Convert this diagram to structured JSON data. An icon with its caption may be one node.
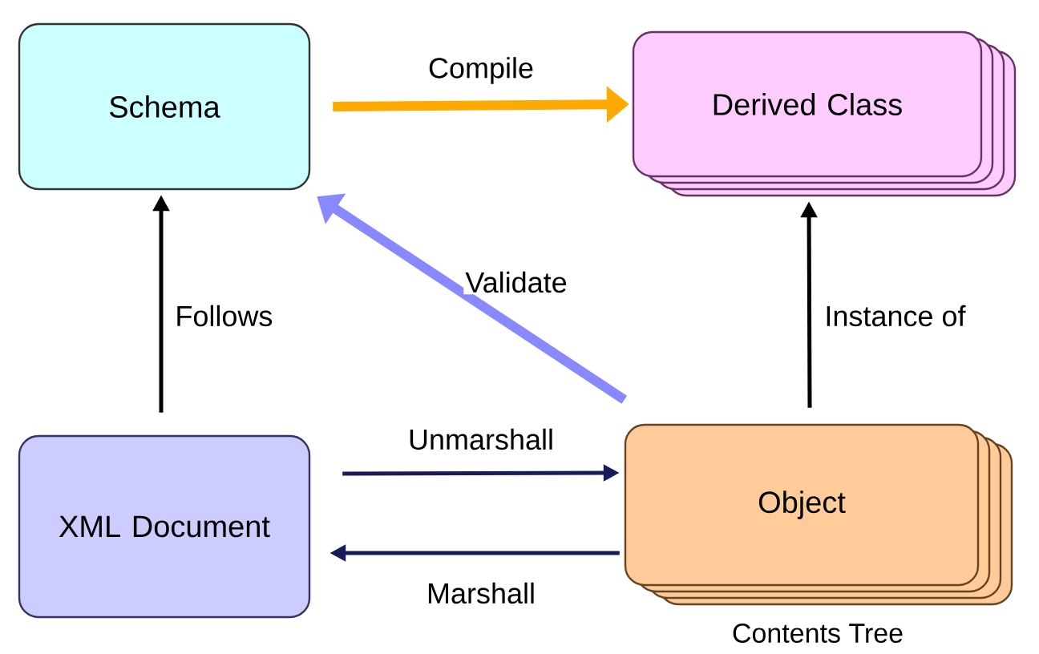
{
  "diagram": {
    "nodes": [
      {
        "text": [
          "Schema"
        ]
      },
      {
        "text": [
          "Derived Class"
        ]
      },
      {
        "text": [
          "XML Document"
        ]
      },
      {
        "text": [
          "Object"
        ],
        "beside": [
          "Contents Tree"
        ]
      }
    ],
    "edges": [
      {
        "from": 0,
        "to": 1,
        "arrow": "to",
        "label": "Compile",
        "style": "thick",
        "color": "#ffaa00"
      },
      {
        "from": 3,
        "to": 0,
        "arrow": "to",
        "label": "Validate",
        "style": "thick",
        "color": "#8888ff"
      },
      {
        "from": 2,
        "to": 0,
        "arrow": "to",
        "label": "Follows"
      },
      {
        "from": 3,
        "to": 1,
        "arrow": "to",
        "label": "Instance of"
      },
      {
        "from": 2,
        "to": 3,
        "arrow": "to",
        "label": "Unmarshall",
        "color": "#1a1a5a"
      },
      {
        "from": 3,
        "to": 2,
        "arrow": "to",
        "label": "Marshall",
        "color": "#1a1a5a"
      }
    ]
  }
}
